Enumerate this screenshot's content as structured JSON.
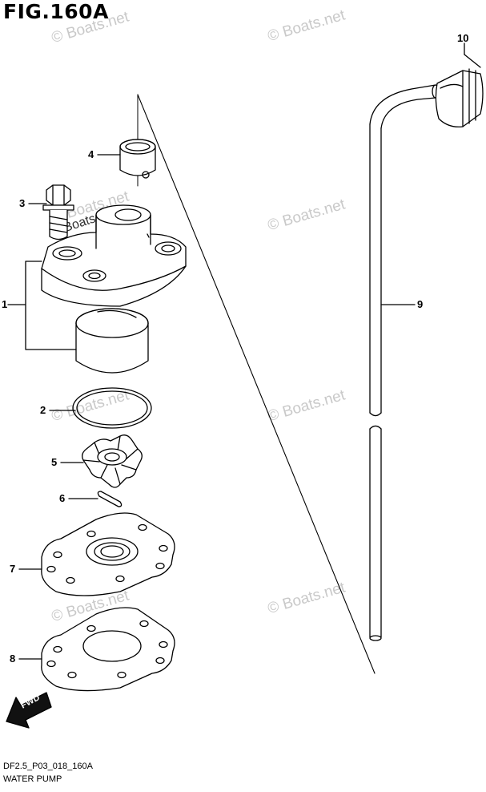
{
  "figure": {
    "title": "FIG.160A",
    "code": "DF2.5_P03_018_160A",
    "name": "WATER PUMP",
    "direction_label": "FWD"
  },
  "callouts": [
    {
      "key": "c1",
      "label": "1"
    },
    {
      "key": "c2",
      "label": "2"
    },
    {
      "key": "c3",
      "label": "3"
    },
    {
      "key": "c4",
      "label": "4"
    },
    {
      "key": "c5",
      "label": "5"
    },
    {
      "key": "c6",
      "label": "6"
    },
    {
      "key": "c7",
      "label": "7"
    },
    {
      "key": "c8",
      "label": "8"
    },
    {
      "key": "c9",
      "label": "9"
    },
    {
      "key": "c10",
      "label": "10"
    }
  ],
  "watermarks": [
    "© Boats.net",
    "© Boats.net",
    "© Boats.net",
    "© Boats.net",
    "© Boats.net",
    "© Boats.net",
    "© Boats.net",
    "© Boats.net"
  ],
  "watermark_dark": "© Boats.net"
}
